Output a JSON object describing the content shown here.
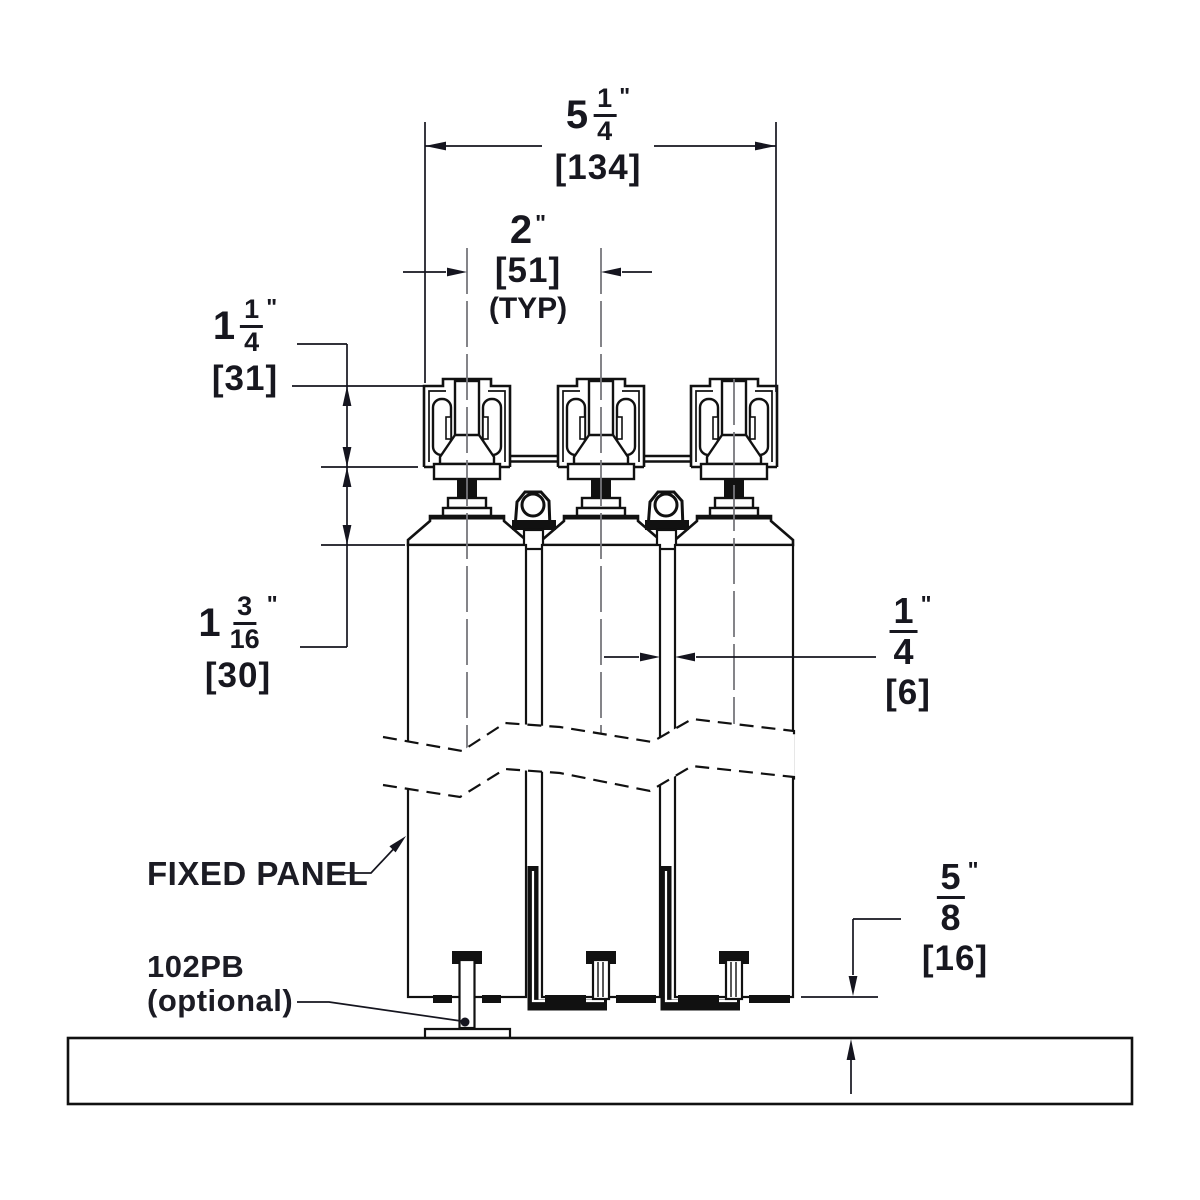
{
  "drawing": {
    "labels": {
      "fixed_panel": "FIXED PANEL",
      "floor_plate": "102PB",
      "floor_plate_note": "(optional)"
    },
    "dimensions": {
      "overall_width": {
        "whole": "5",
        "num": "1",
        "den": "4",
        "unit": "\"",
        "mm": "[134]"
      },
      "panel_spacing": {
        "whole": "2",
        "unit": "\"",
        "mm": "[51]",
        "note": "(TYP)"
      },
      "track_height": {
        "whole": "1",
        "num": "1",
        "den": "4",
        "unit": "\"",
        "mm": "[31]"
      },
      "hanger_drop": {
        "whole": "1",
        "num": "3",
        "den": "16",
        "unit": "\"",
        "mm": "[30]"
      },
      "panel_gap": {
        "num": "1",
        "den": "4",
        "unit": "\"",
        "mm": "[6]"
      },
      "floor_clearance": {
        "num": "5",
        "den": "8",
        "unit": "\"",
        "mm": "[16]"
      }
    }
  }
}
